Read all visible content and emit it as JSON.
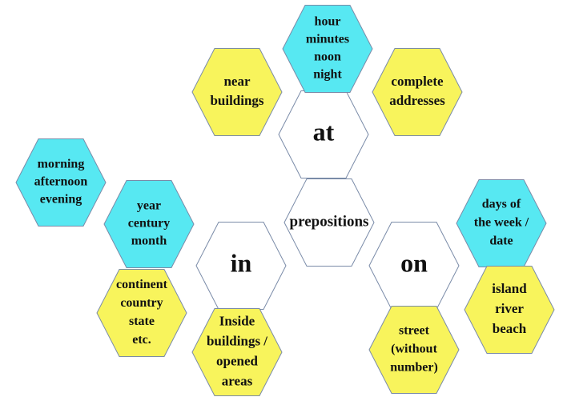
{
  "diagram": {
    "center": {
      "label": "prepositions"
    },
    "hubs": {
      "at": {
        "label": "at"
      },
      "in": {
        "label": "in"
      },
      "on": {
        "label": "on"
      }
    },
    "at_items": {
      "time": [
        "hour",
        "minutes",
        "noon",
        "night"
      ],
      "near": [
        "near",
        "buildings"
      ],
      "addresses": [
        "complete",
        "addresses"
      ]
    },
    "in_items": {
      "day_parts": [
        "morning",
        "afternoon",
        "evening"
      ],
      "periods": [
        "year",
        "century",
        "month"
      ],
      "places": [
        "continent",
        "country",
        "state",
        "etc."
      ],
      "inside": [
        "Inside",
        "buildings /",
        "opened",
        "areas"
      ]
    },
    "on_items": {
      "days": [
        "days of",
        "the week /",
        "date"
      ],
      "surfaces": [
        "island",
        "river",
        "beach"
      ],
      "street": [
        "street",
        "(without",
        "number)"
      ]
    },
    "colors": {
      "white": "#ffffff",
      "cyan": "#57e8f2",
      "yellow": "#f8f45c",
      "border": "#7a8ba8"
    }
  }
}
